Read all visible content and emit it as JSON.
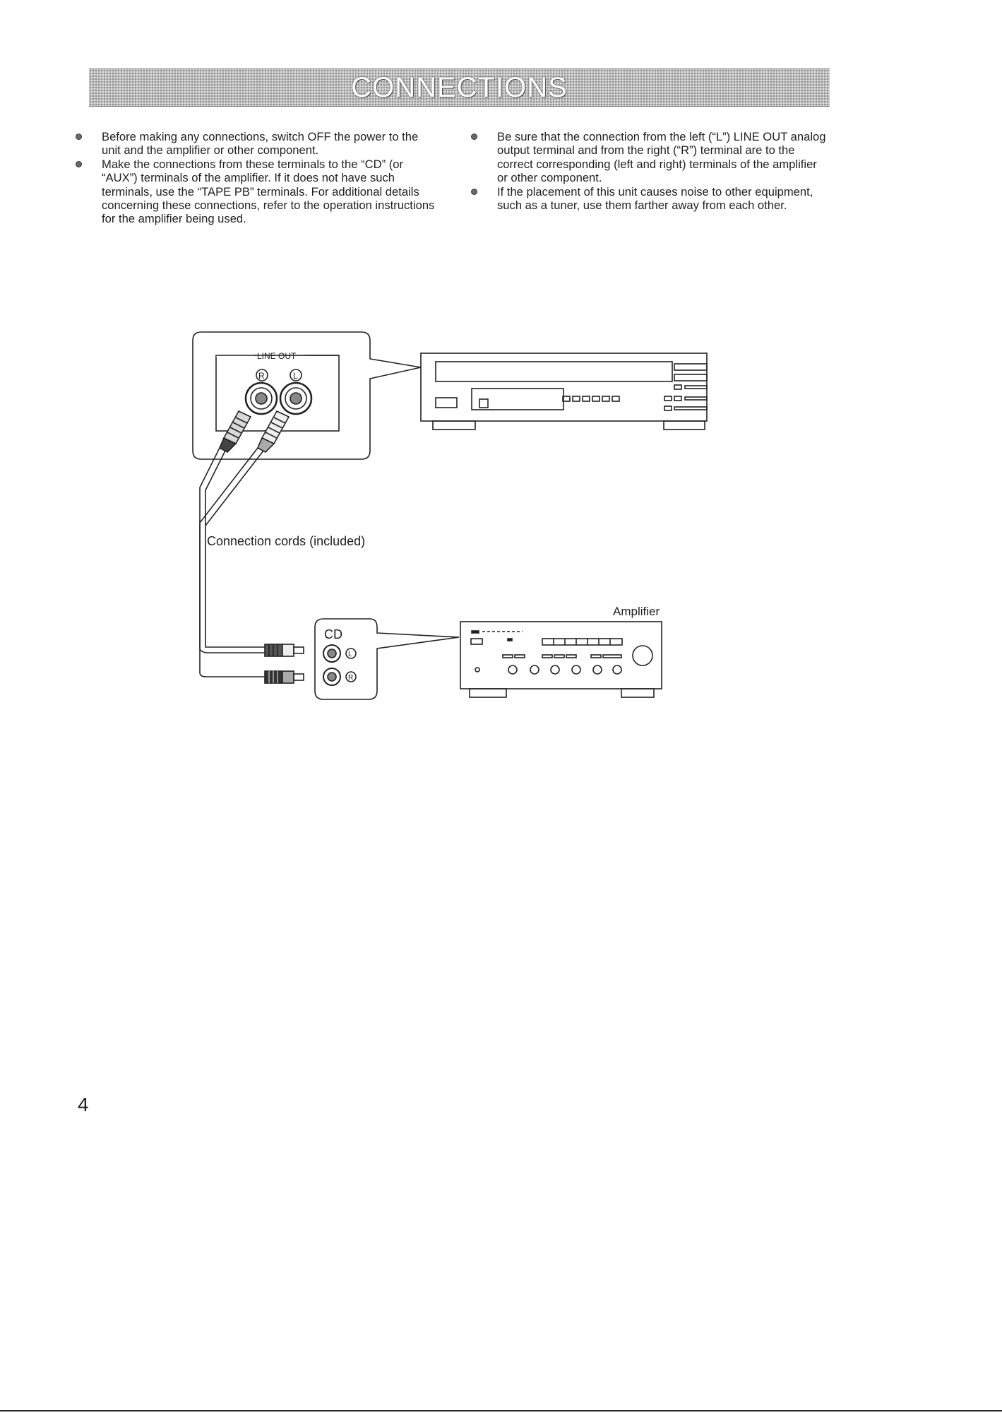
{
  "header": {
    "title": "CONNECTIONS"
  },
  "left_column": {
    "bullets": [
      "Before making any connections, switch OFF the power to the unit and the amplifier or other component.",
      "Make the connections from these terminals to the “CD” (or “AUX”) terminals of the amplifier. If it does not have such terminals, use the “TAPE PB” terminals. For additional details concerning these connections, refer to the operation instructions for the amplifier being used."
    ]
  },
  "right_column": {
    "bullets": [
      "Be sure that the connection from the left (“L”) LINE OUT analog output terminal and from the right (“R”) terminal are to the correct corresponding (left and right) terminals of the amplifier or other component.",
      "If the placement of this unit causes noise to other equipment, such as a tuner, use them farther away from each other."
    ]
  },
  "diagram": {
    "line_out_label": "LINE OUT",
    "line_out_r": "R",
    "line_out_l": "L",
    "cords_label": "Connection cords (included)",
    "cd_label": "CD",
    "cd_l": "L",
    "cd_r": "R",
    "amplifier_label": "Amplifier"
  },
  "page": {
    "number": "4"
  }
}
